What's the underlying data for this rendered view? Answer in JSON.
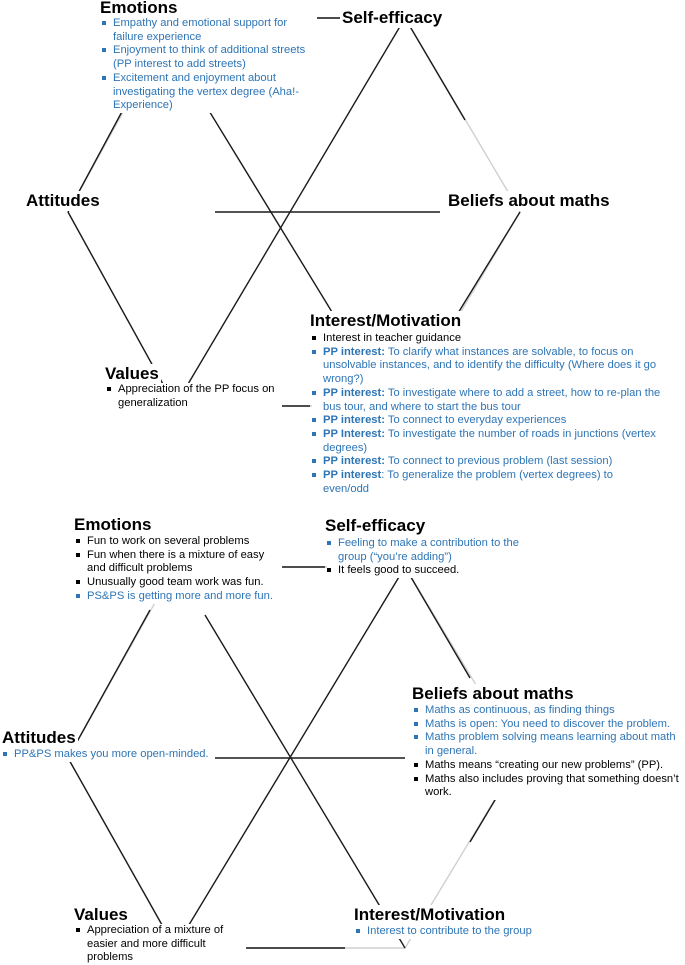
{
  "colors": {
    "blue_text": "#2e75b6",
    "black_text": "#000000",
    "lines": "#000000"
  },
  "top": {
    "emotions": {
      "title": "Emotions",
      "items": [
        {
          "text": "Empathy and emotional support for failure experience",
          "color": "blue"
        },
        {
          "text": "Enjoyment to think of additional streets (PP interest to add streets)",
          "color": "blue"
        },
        {
          "text": "Excitement and enjoyment about investigating the vertex degree (Aha!-Experience)",
          "color": "blue"
        }
      ]
    },
    "self_efficacy": {
      "title": "Self-efficacy"
    },
    "attitudes": {
      "title": "Attitudes"
    },
    "beliefs": {
      "title": "Beliefs about maths"
    },
    "values": {
      "title": "Values",
      "items": [
        {
          "text": "Appreciation of the PP focus on generalization",
          "color": "black"
        }
      ]
    },
    "interest": {
      "title": "Interest/Motivation",
      "items": [
        {
          "text": "Interest in teacher guidance",
          "color": "black"
        },
        {
          "bold": "PP interest:",
          "text": " To clarify what instances are solvable, to focus on unsolvable instances, and to identify the difficulty (Where does it go wrong?)",
          "color": "blue"
        },
        {
          "bold": "PP interest:",
          "text": " To investigate where to add a street, how to re-plan the bus tour, and where to start the bus tour",
          "color": "blue"
        },
        {
          "bold": "PP interest:",
          "text": " To connect to everyday experiences",
          "color": "blue"
        },
        {
          "bold": "PP Interest:",
          "text": " To investigate the number of roads in junctions (vertex degrees)",
          "color": "blue"
        },
        {
          "bold": "PP interest:",
          "text": " To connect to previous problem (last session)",
          "color": "blue"
        },
        {
          "bold": "PP interest",
          "text": ": To generalize the problem (vertex degrees) to even/odd",
          "color": "blue"
        }
      ]
    }
  },
  "bottom": {
    "emotions": {
      "title": "Emotions",
      "items": [
        {
          "text": "Fun to work on several problems",
          "color": "black"
        },
        {
          "text": "Fun when there is a mixture of easy and difficult problems",
          "color": "black"
        },
        {
          "text": "Unusually good team work was fun.",
          "color": "black"
        },
        {
          "text": "PS&PS is getting more and more fun.",
          "color": "blue"
        }
      ]
    },
    "self_efficacy": {
      "title": "Self-efficacy",
      "items": [
        {
          "text": "Feeling to make a contribution to the group (“you’re adding”)",
          "color": "blue"
        },
        {
          "text": "It feels good to succeed.",
          "color": "black"
        }
      ]
    },
    "attitudes": {
      "title": "Attitudes",
      "items": [
        {
          "text": "PP&PS makes you more open-minded.",
          "color": "blue"
        }
      ]
    },
    "beliefs": {
      "title": "Beliefs about maths",
      "items": [
        {
          "text": "Maths as continuous, as finding things",
          "color": "blue"
        },
        {
          "text": "Maths is open: You need to discover the problem.",
          "color": "blue"
        },
        {
          "text": "Maths problem solving means learning about math in general.",
          "color": "blue"
        },
        {
          "text": "Maths means “creating our new problems” (PP).",
          "color": "black"
        },
        {
          "text": "Maths also includes proving that something doesn’t work.",
          "color": "black"
        }
      ]
    },
    "values": {
      "title": "Values",
      "items": [
        {
          "text": "Appreciation of a mixture of easier and more difficult problems",
          "color": "black"
        }
      ]
    },
    "interest": {
      "title": "Interest/Motivation",
      "items": [
        {
          "text": "Interest to contribute to the group",
          "color": "blue"
        }
      ]
    }
  }
}
